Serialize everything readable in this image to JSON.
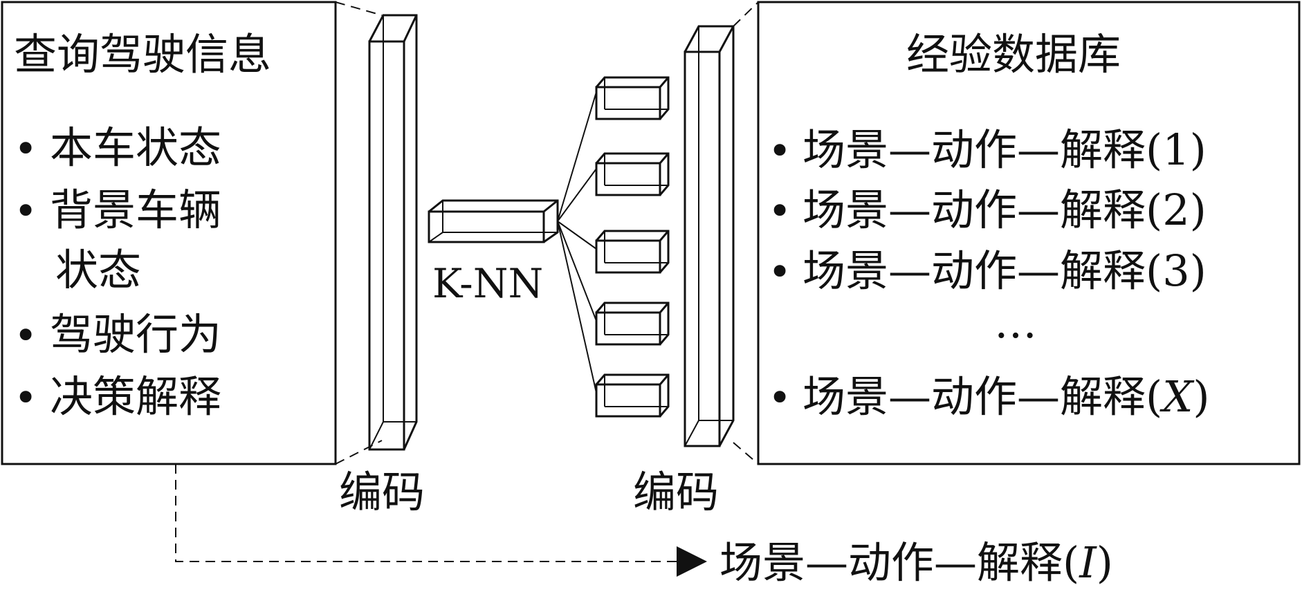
{
  "query_box": {
    "title": "查询驾驶信息",
    "items": [
      "本车状态",
      "背景车辆",
      "状态",
      "驾驶行为",
      "决策解释"
    ]
  },
  "encoder_left": {
    "label": "编码"
  },
  "knn": {
    "label": "K-NN"
  },
  "encoder_right": {
    "label": "编码"
  },
  "database_box": {
    "title": "经验数据库",
    "items": [
      {
        "base": "场景—动作—解释",
        "index": "1"
      },
      {
        "base": "场景—动作—解释",
        "index": "2"
      },
      {
        "base": "场景—动作—解释",
        "index": "3"
      },
      {
        "base": "场景—动作—解释",
        "index": "X"
      }
    ],
    "ellipsis": "…"
  },
  "output": {
    "base": "场景—动作—解释",
    "index": "I"
  },
  "bullet_glyph": "•",
  "paren_open": "(",
  "paren_close": ")"
}
